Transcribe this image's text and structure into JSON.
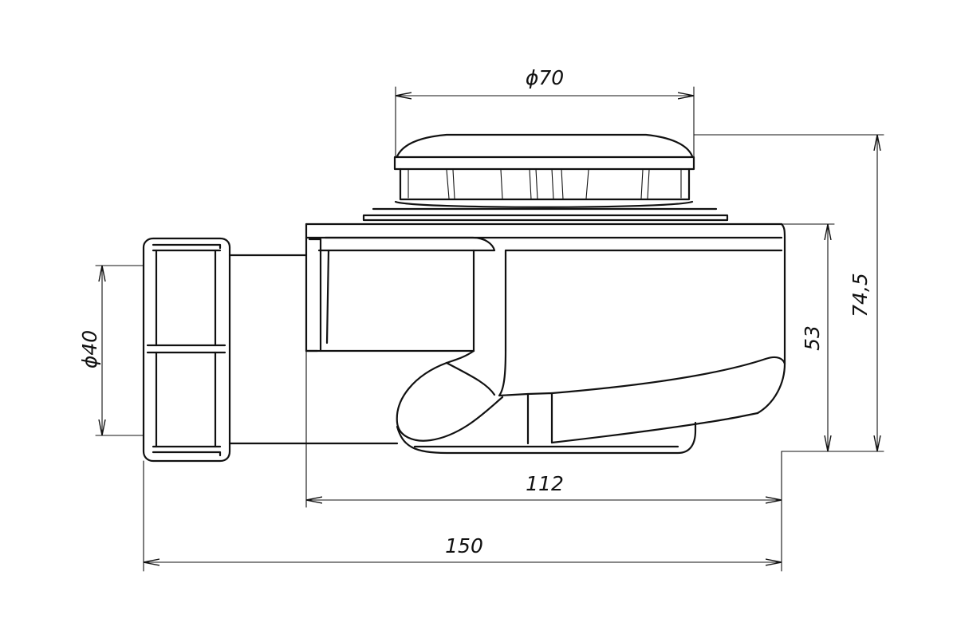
{
  "dimensions": {
    "top_diameter": "ϕ70",
    "left_diameter": "ϕ40",
    "height_right_outer": "74,5",
    "height_right_inner": "53",
    "width_body": "112",
    "width_total": "150"
  },
  "colors": {
    "line": "#111111",
    "background": "#ffffff"
  }
}
